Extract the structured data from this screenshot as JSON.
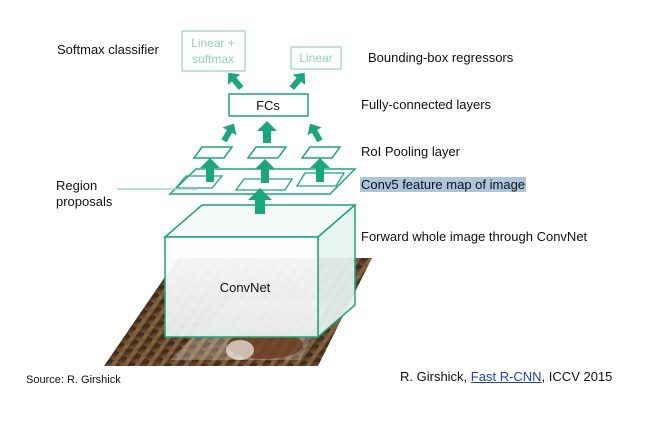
{
  "labels": {
    "softmax_classifier": "Softmax classifier",
    "bbox_regressors": "Bounding-box regressors",
    "fully_connected": "Fully-connected layers",
    "roi_pooling": "RoI Pooling layer",
    "conv5": "Conv5 feature map of image",
    "forward": "Forward whole image through ConvNet",
    "region_proposals_line1": "Region",
    "region_proposals_line2": "proposals"
  },
  "boxes": {
    "linear_softmax_line1": "Linear +",
    "linear_softmax_line2": "softmax",
    "linear": "Linear",
    "fcs": "FCs",
    "convnet": "ConvNet"
  },
  "footer": {
    "source": "Source: R. Girshick",
    "citation_prefix": "R. Girshick, ",
    "citation_link": "Fast R-CNN",
    "citation_suffix": ", ICCV 2015"
  },
  "colors": {
    "accent": "#1aa67e",
    "accent_light": "#9bd7c4",
    "highlight": "#a9c6dd",
    "link": "#1a3fd6"
  }
}
